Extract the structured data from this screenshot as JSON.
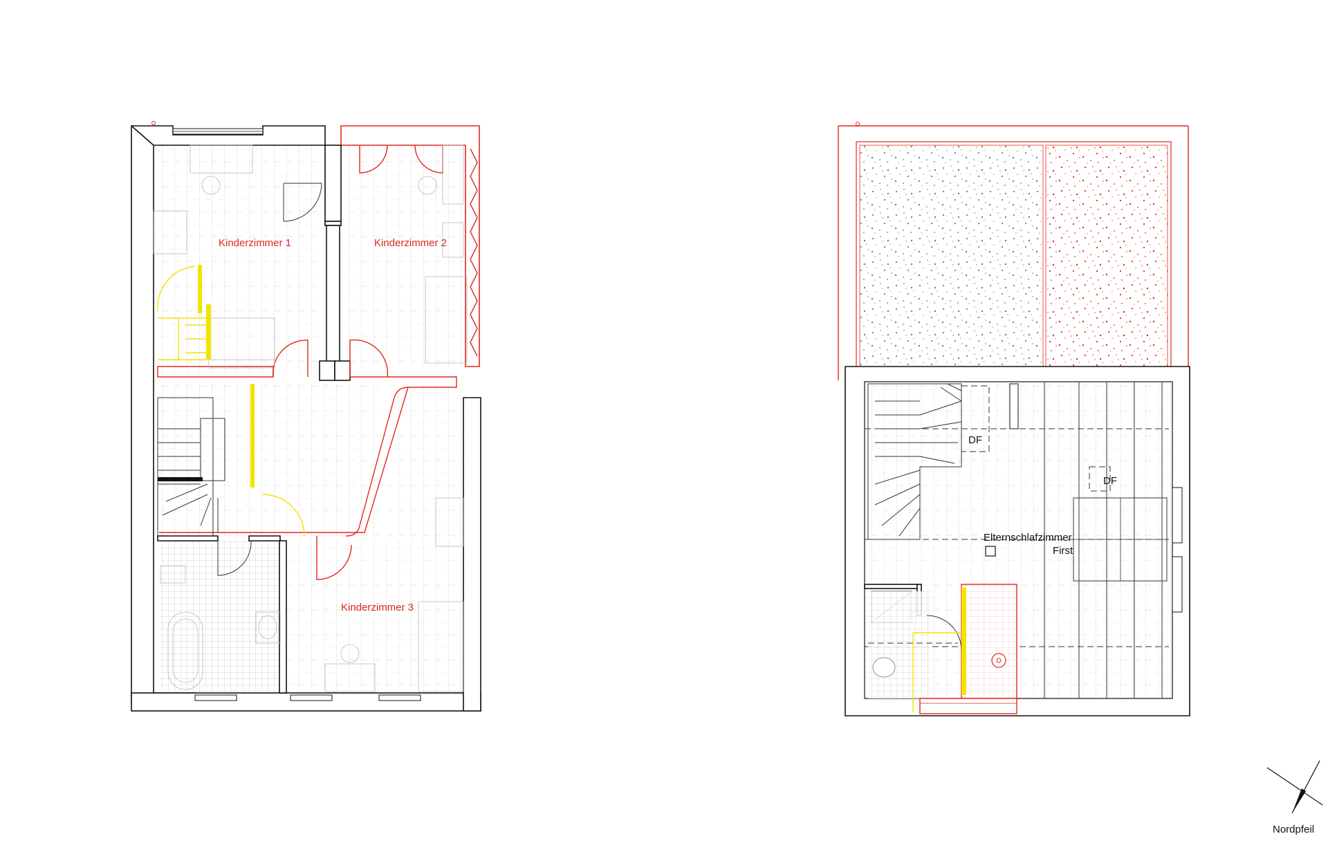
{
  "left_plan": {
    "rooms": {
      "kinderzimmer_1": "Kinderzimmer 1",
      "kinderzimmer_2": "Kinderzimmer 2",
      "kinderzimmer_3": "Kinderzimmer 3"
    }
  },
  "right_plan": {
    "rooms": {
      "elternschlafzimmer": "Elternschlafzimmer",
      "first": "First",
      "df_1": "DF",
      "df_2": "DF"
    }
  },
  "north_arrow": {
    "label": "Nordpfeil"
  },
  "colors": {
    "wall": "#111111",
    "new_construction": "#e3261b",
    "demolition": "#f3e300",
    "tile_lines": "#b8b8b8",
    "gravel_grey": "#7f8c8d",
    "gravel_red": "#e3261b"
  }
}
